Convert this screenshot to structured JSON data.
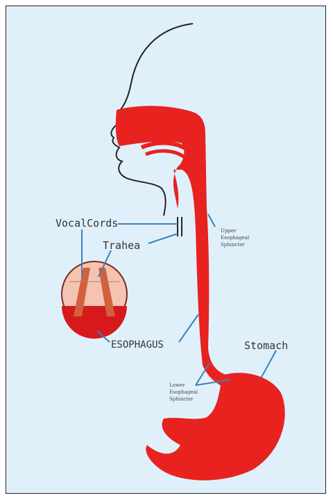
{
  "colors": {
    "background": "#dff0fb",
    "tract": "#e8221f",
    "pointer": "#3a7fb8",
    "outline": "#222222"
  },
  "labels": {
    "vocal_cords": "VocalCords",
    "trachea": "Trahea",
    "esophagus": "ESOPHAGUS",
    "stomach": "Stomach",
    "ues_1": "Upper",
    "ues_2": "Esophageal",
    "ues_3": "Sphincter",
    "les_1": "Lower",
    "les_2": "Esophageal",
    "les_3": "Sphincter"
  }
}
